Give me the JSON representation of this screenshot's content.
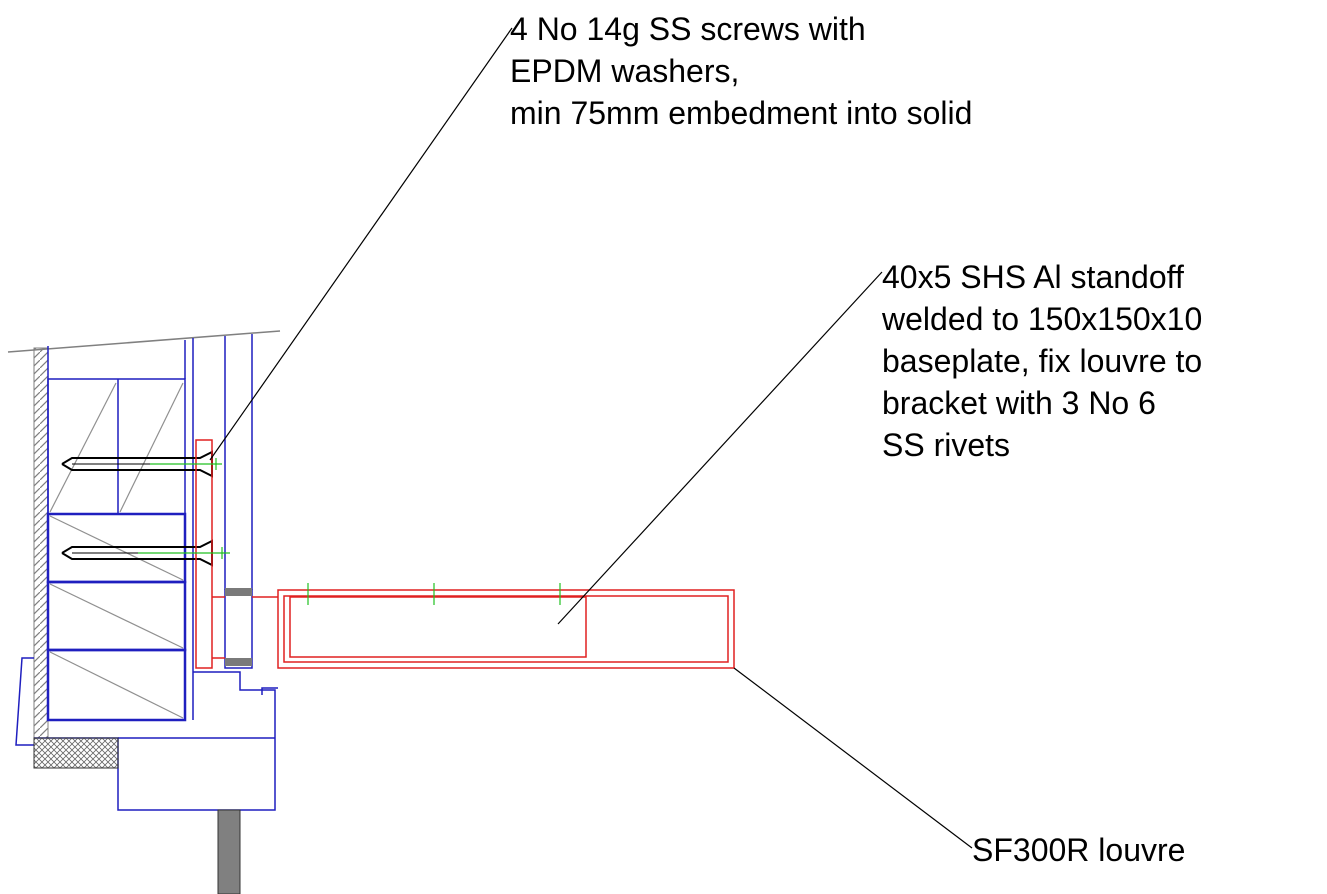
{
  "annotations": {
    "screws": [
      "4 No 14g SS screws with",
      "EPDM washers,",
      "min 75mm embedment into solid"
    ],
    "standoff": [
      "40x5 SHS Al standoff",
      "welded to 150x150x10",
      "baseplate, fix louvre to",
      "bracket with 3 No 6",
      "SS rivets"
    ],
    "louvre": "SF300R louvre"
  },
  "colors": {
    "background": "#ffffff",
    "wall_framing": "#1f1fbf",
    "bracket": "#e02020",
    "centreline": "#20c020",
    "leader": "#000000",
    "hatch": "#808080",
    "packer": "#7a7a7a"
  }
}
